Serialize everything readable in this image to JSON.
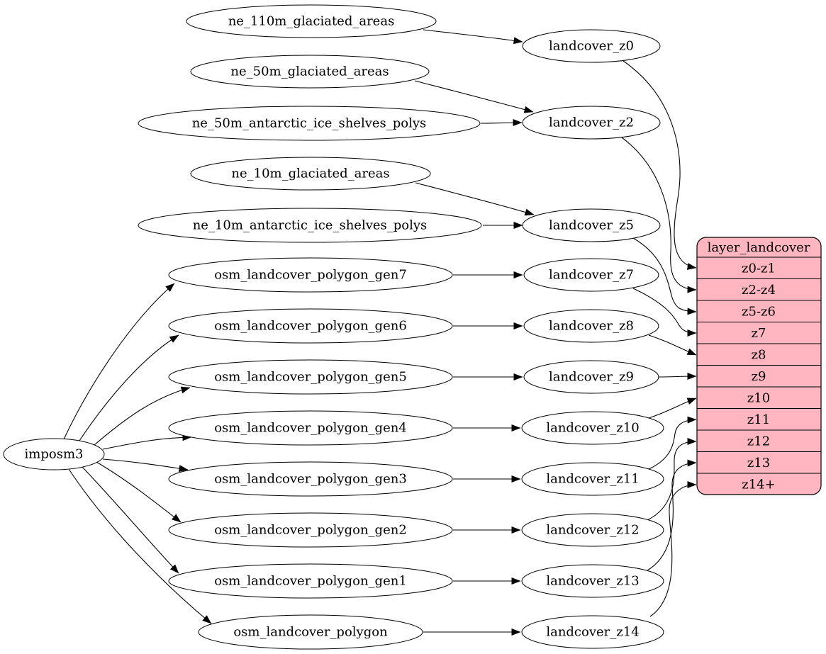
{
  "colors": {
    "background": "#ffffff",
    "node_fill": "#ffffff",
    "node_stroke": "#000000",
    "edge": "#000000",
    "table_fill": "#ffb6c1",
    "table_stroke": "#000000",
    "text": "#000000"
  },
  "nodes": {
    "imposm3": {
      "label": "imposm3"
    },
    "sources": [
      {
        "label": "ne_110m_glaciated_areas"
      },
      {
        "label": "ne_50m_glaciated_areas"
      },
      {
        "label": "ne_50m_antarctic_ice_shelves_polys"
      },
      {
        "label": "ne_10m_glaciated_areas"
      },
      {
        "label": "ne_10m_antarctic_ice_shelves_polys"
      },
      {
        "label": "osm_landcover_polygon_gen7"
      },
      {
        "label": "osm_landcover_polygon_gen6"
      },
      {
        "label": "osm_landcover_polygon_gen5"
      },
      {
        "label": "osm_landcover_polygon_gen4"
      },
      {
        "label": "osm_landcover_polygon_gen3"
      },
      {
        "label": "osm_landcover_polygon_gen2"
      },
      {
        "label": "osm_landcover_polygon_gen1"
      },
      {
        "label": "osm_landcover_polygon"
      }
    ],
    "middle": [
      {
        "label": "landcover_z0"
      },
      {
        "label": "landcover_z2"
      },
      {
        "label": "landcover_z5"
      },
      {
        "label": "landcover_z7"
      },
      {
        "label": "landcover_z8"
      },
      {
        "label": "landcover_z9"
      },
      {
        "label": "landcover_z10"
      },
      {
        "label": "landcover_z11"
      },
      {
        "label": "landcover_z12"
      },
      {
        "label": "landcover_z13"
      },
      {
        "label": "landcover_z14"
      }
    ]
  },
  "table": {
    "title": "layer_landcover",
    "rows": [
      "z0-z1",
      "z2-z4",
      "z5-z6",
      "z7",
      "z8",
      "z9",
      "z10",
      "z11",
      "z12",
      "z13",
      "z14+"
    ]
  },
  "edges": [
    {
      "from": "imposm3",
      "to": "osm_landcover_polygon_gen7"
    },
    {
      "from": "imposm3",
      "to": "osm_landcover_polygon_gen6"
    },
    {
      "from": "imposm3",
      "to": "osm_landcover_polygon_gen5"
    },
    {
      "from": "imposm3",
      "to": "osm_landcover_polygon_gen4"
    },
    {
      "from": "imposm3",
      "to": "osm_landcover_polygon_gen3"
    },
    {
      "from": "imposm3",
      "to": "osm_landcover_polygon_gen2"
    },
    {
      "from": "imposm3",
      "to": "osm_landcover_polygon_gen1"
    },
    {
      "from": "imposm3",
      "to": "osm_landcover_polygon"
    },
    {
      "from": "ne_110m_glaciated_areas",
      "to": "landcover_z0"
    },
    {
      "from": "ne_50m_glaciated_areas",
      "to": "landcover_z2"
    },
    {
      "from": "ne_50m_antarctic_ice_shelves_polys",
      "to": "landcover_z2"
    },
    {
      "from": "ne_10m_glaciated_areas",
      "to": "landcover_z5"
    },
    {
      "from": "ne_10m_antarctic_ice_shelves_polys",
      "to": "landcover_z5"
    },
    {
      "from": "osm_landcover_polygon_gen7",
      "to": "landcover_z7"
    },
    {
      "from": "osm_landcover_polygon_gen6",
      "to": "landcover_z8"
    },
    {
      "from": "osm_landcover_polygon_gen5",
      "to": "landcover_z9"
    },
    {
      "from": "osm_landcover_polygon_gen4",
      "to": "landcover_z10"
    },
    {
      "from": "osm_landcover_polygon_gen3",
      "to": "landcover_z11"
    },
    {
      "from": "osm_landcover_polygon_gen2",
      "to": "landcover_z12"
    },
    {
      "from": "osm_landcover_polygon_gen1",
      "to": "landcover_z13"
    },
    {
      "from": "osm_landcover_polygon",
      "to": "landcover_z14"
    },
    {
      "from": "landcover_z0",
      "to": "layer_landcover.z0-z1"
    },
    {
      "from": "landcover_z2",
      "to": "layer_landcover.z2-z4"
    },
    {
      "from": "landcover_z5",
      "to": "layer_landcover.z5-z6"
    },
    {
      "from": "landcover_z7",
      "to": "layer_landcover.z7"
    },
    {
      "from": "landcover_z8",
      "to": "layer_landcover.z8"
    },
    {
      "from": "landcover_z9",
      "to": "layer_landcover.z9"
    },
    {
      "from": "landcover_z10",
      "to": "layer_landcover.z10"
    },
    {
      "from": "landcover_z11",
      "to": "layer_landcover.z11"
    },
    {
      "from": "landcover_z12",
      "to": "layer_landcover.z12"
    },
    {
      "from": "landcover_z13",
      "to": "layer_landcover.z13"
    },
    {
      "from": "landcover_z14",
      "to": "layer_landcover.z14+"
    }
  ]
}
